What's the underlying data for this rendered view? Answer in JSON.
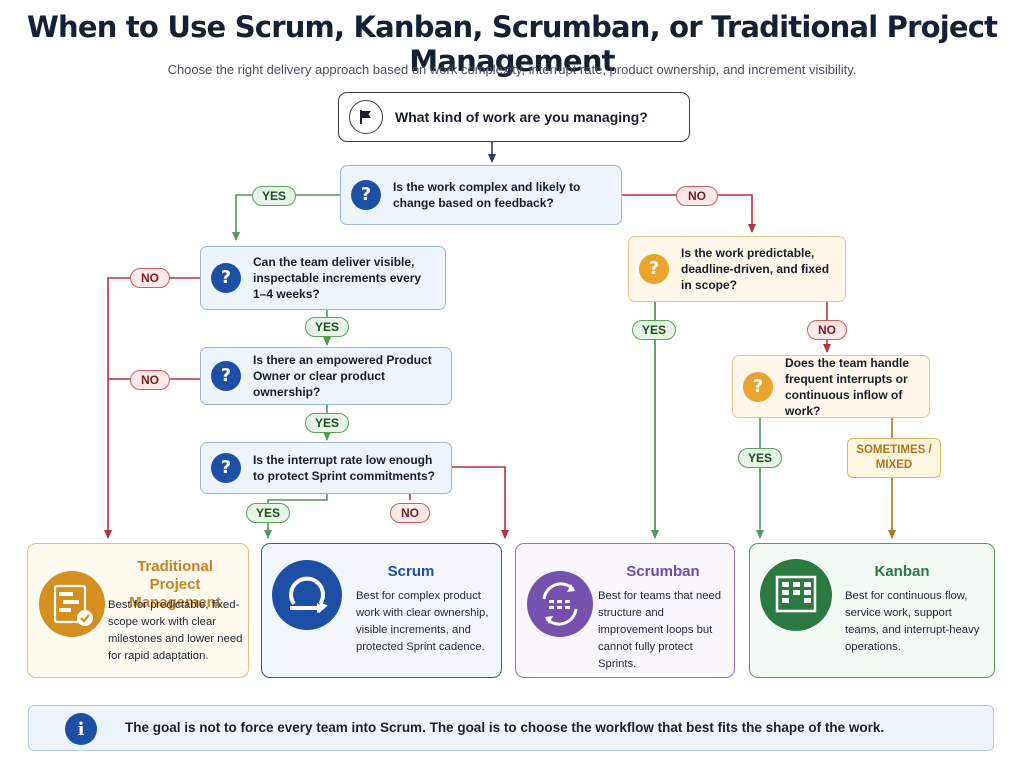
{
  "header": {
    "title": "When to Use Scrum, Kanban, Scrumban, or Traditional Project Management",
    "subtitle": "Choose the right delivery approach based on work complexity, interrupt rate, product ownership, and increment visibility."
  },
  "questions": {
    "start": "What kind of work are you managing?",
    "complex": "Is the work complex and likely to change based on feedback?",
    "increments": "Can the team deliver visible, inspectable increments every 1–4 weeks?",
    "owner": "Is there an empowered Product Owner or clear product ownership?",
    "interrupt": "Is the interrupt rate low enough to protect Sprint commitments?",
    "predictable": "Is the work predictable, deadline-driven, and fixed in scope?",
    "frequent": "Does the team handle frequent interrupts or continuous inflow of work?"
  },
  "labels": {
    "yes": "YES",
    "no": "NO",
    "sometimes_mixed": "SOMETIMES / MIXED",
    "question_mark": "?"
  },
  "outcomes": {
    "traditional": {
      "title": "Traditional Project Management",
      "description": "Best for predictable, fixed-scope work with clear milestones and lower need for rapid adaptation.",
      "color": "#d08a1e",
      "icon": "gantt-chart-icon"
    },
    "scrum": {
      "title": "Scrum",
      "description": "Best for complex product work with clear ownership, visible increments, and protected Sprint cadence.",
      "color": "#1e4fa6",
      "icon": "sprint-cycle-icon"
    },
    "scrumban": {
      "title": "Scrumban",
      "description": "Best for teams that need structure and improvement loops but cannot fully protect Sprints.",
      "color": "#6e4cab",
      "icon": "cycle-board-icon"
    },
    "kanban": {
      "title": "Kanban",
      "description": "Best for continuous flow, service work, support teams, and interrupt-heavy operations.",
      "color": "#2a7a42",
      "icon": "kanban-board-icon"
    }
  },
  "footer": {
    "info_icon": "i",
    "note": "The goal is not to force every team into Scrum. The goal is to choose the workflow that best fits the shape of the work."
  },
  "colors": {
    "yes_line": "#4f9a55",
    "no_line": "#b8303a",
    "main_line": "#253e73",
    "mixed_line": "#b5741d",
    "scrumban_line": "#3b8e4e"
  }
}
